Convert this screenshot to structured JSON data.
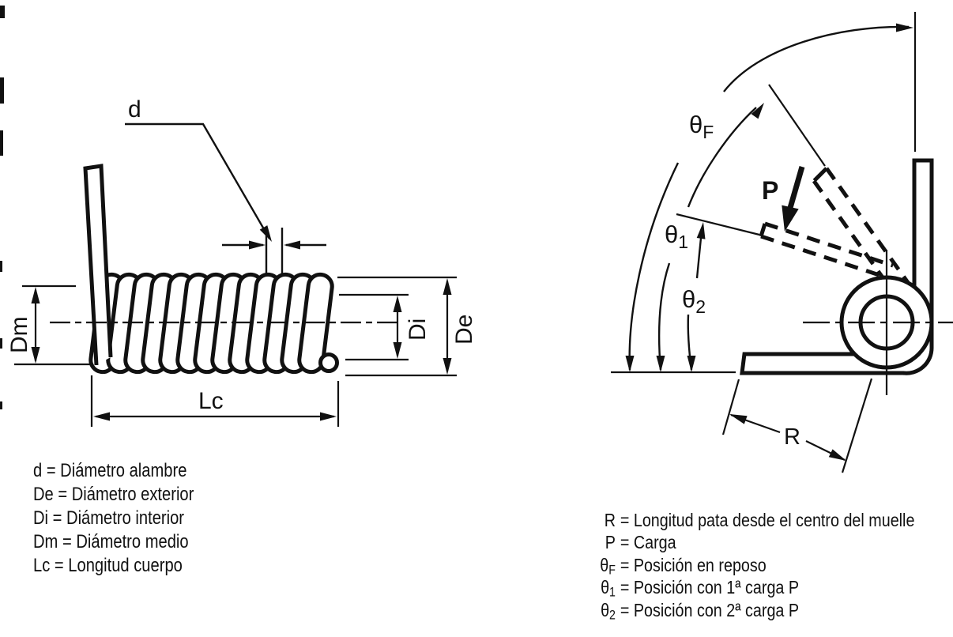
{
  "diagram_labels": {
    "d": "d",
    "dm": "Dm",
    "di": "Di",
    "de": "De",
    "lc": "Lc",
    "theta": "θ",
    "sub_f": "F",
    "sub_1": "1",
    "sub_2": "2",
    "p": "P",
    "r": "R"
  },
  "legend_left": {
    "rows": [
      "d = Diámetro alambre",
      "De = Diámetro exterior",
      "Di = Diámetro interior",
      "Dm = Diámetro medio",
      "Lc = Longitud cuerpo"
    ]
  },
  "legend_right": {
    "rows": [
      {
        "sym": "R",
        "sub": "",
        "text": "= Longitud pata desde el centro del muelle"
      },
      {
        "sym": "P",
        "sub": "",
        "text": "= Carga"
      },
      {
        "sym": "θ",
        "sub": "F",
        "text": "= Posición en reposo"
      },
      {
        "sym": "θ",
        "sub": "1",
        "text": "= Posición con 1ª carga P"
      },
      {
        "sym": "θ",
        "sub": "2",
        "text": "= Posición con 2ª carga P"
      }
    ]
  },
  "colors": {
    "ink": "#111111",
    "background": "#ffffff"
  }
}
